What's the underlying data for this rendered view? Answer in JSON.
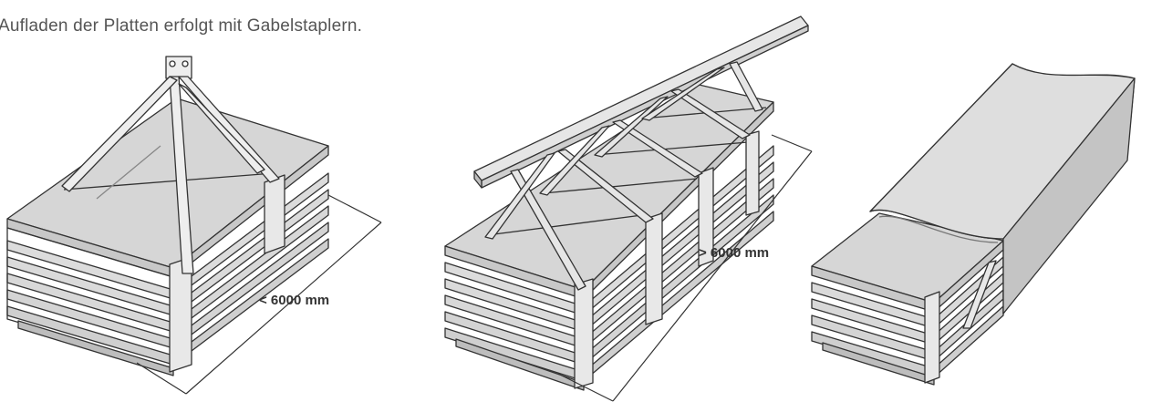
{
  "caption": "Aufladen der Platten erfolgt mit Gabelstaplern.",
  "figures": [
    {
      "label": "< 6000 mm"
    },
    {
      "label": "> 6000 mm"
    },
    {
      "label": ""
    }
  ]
}
